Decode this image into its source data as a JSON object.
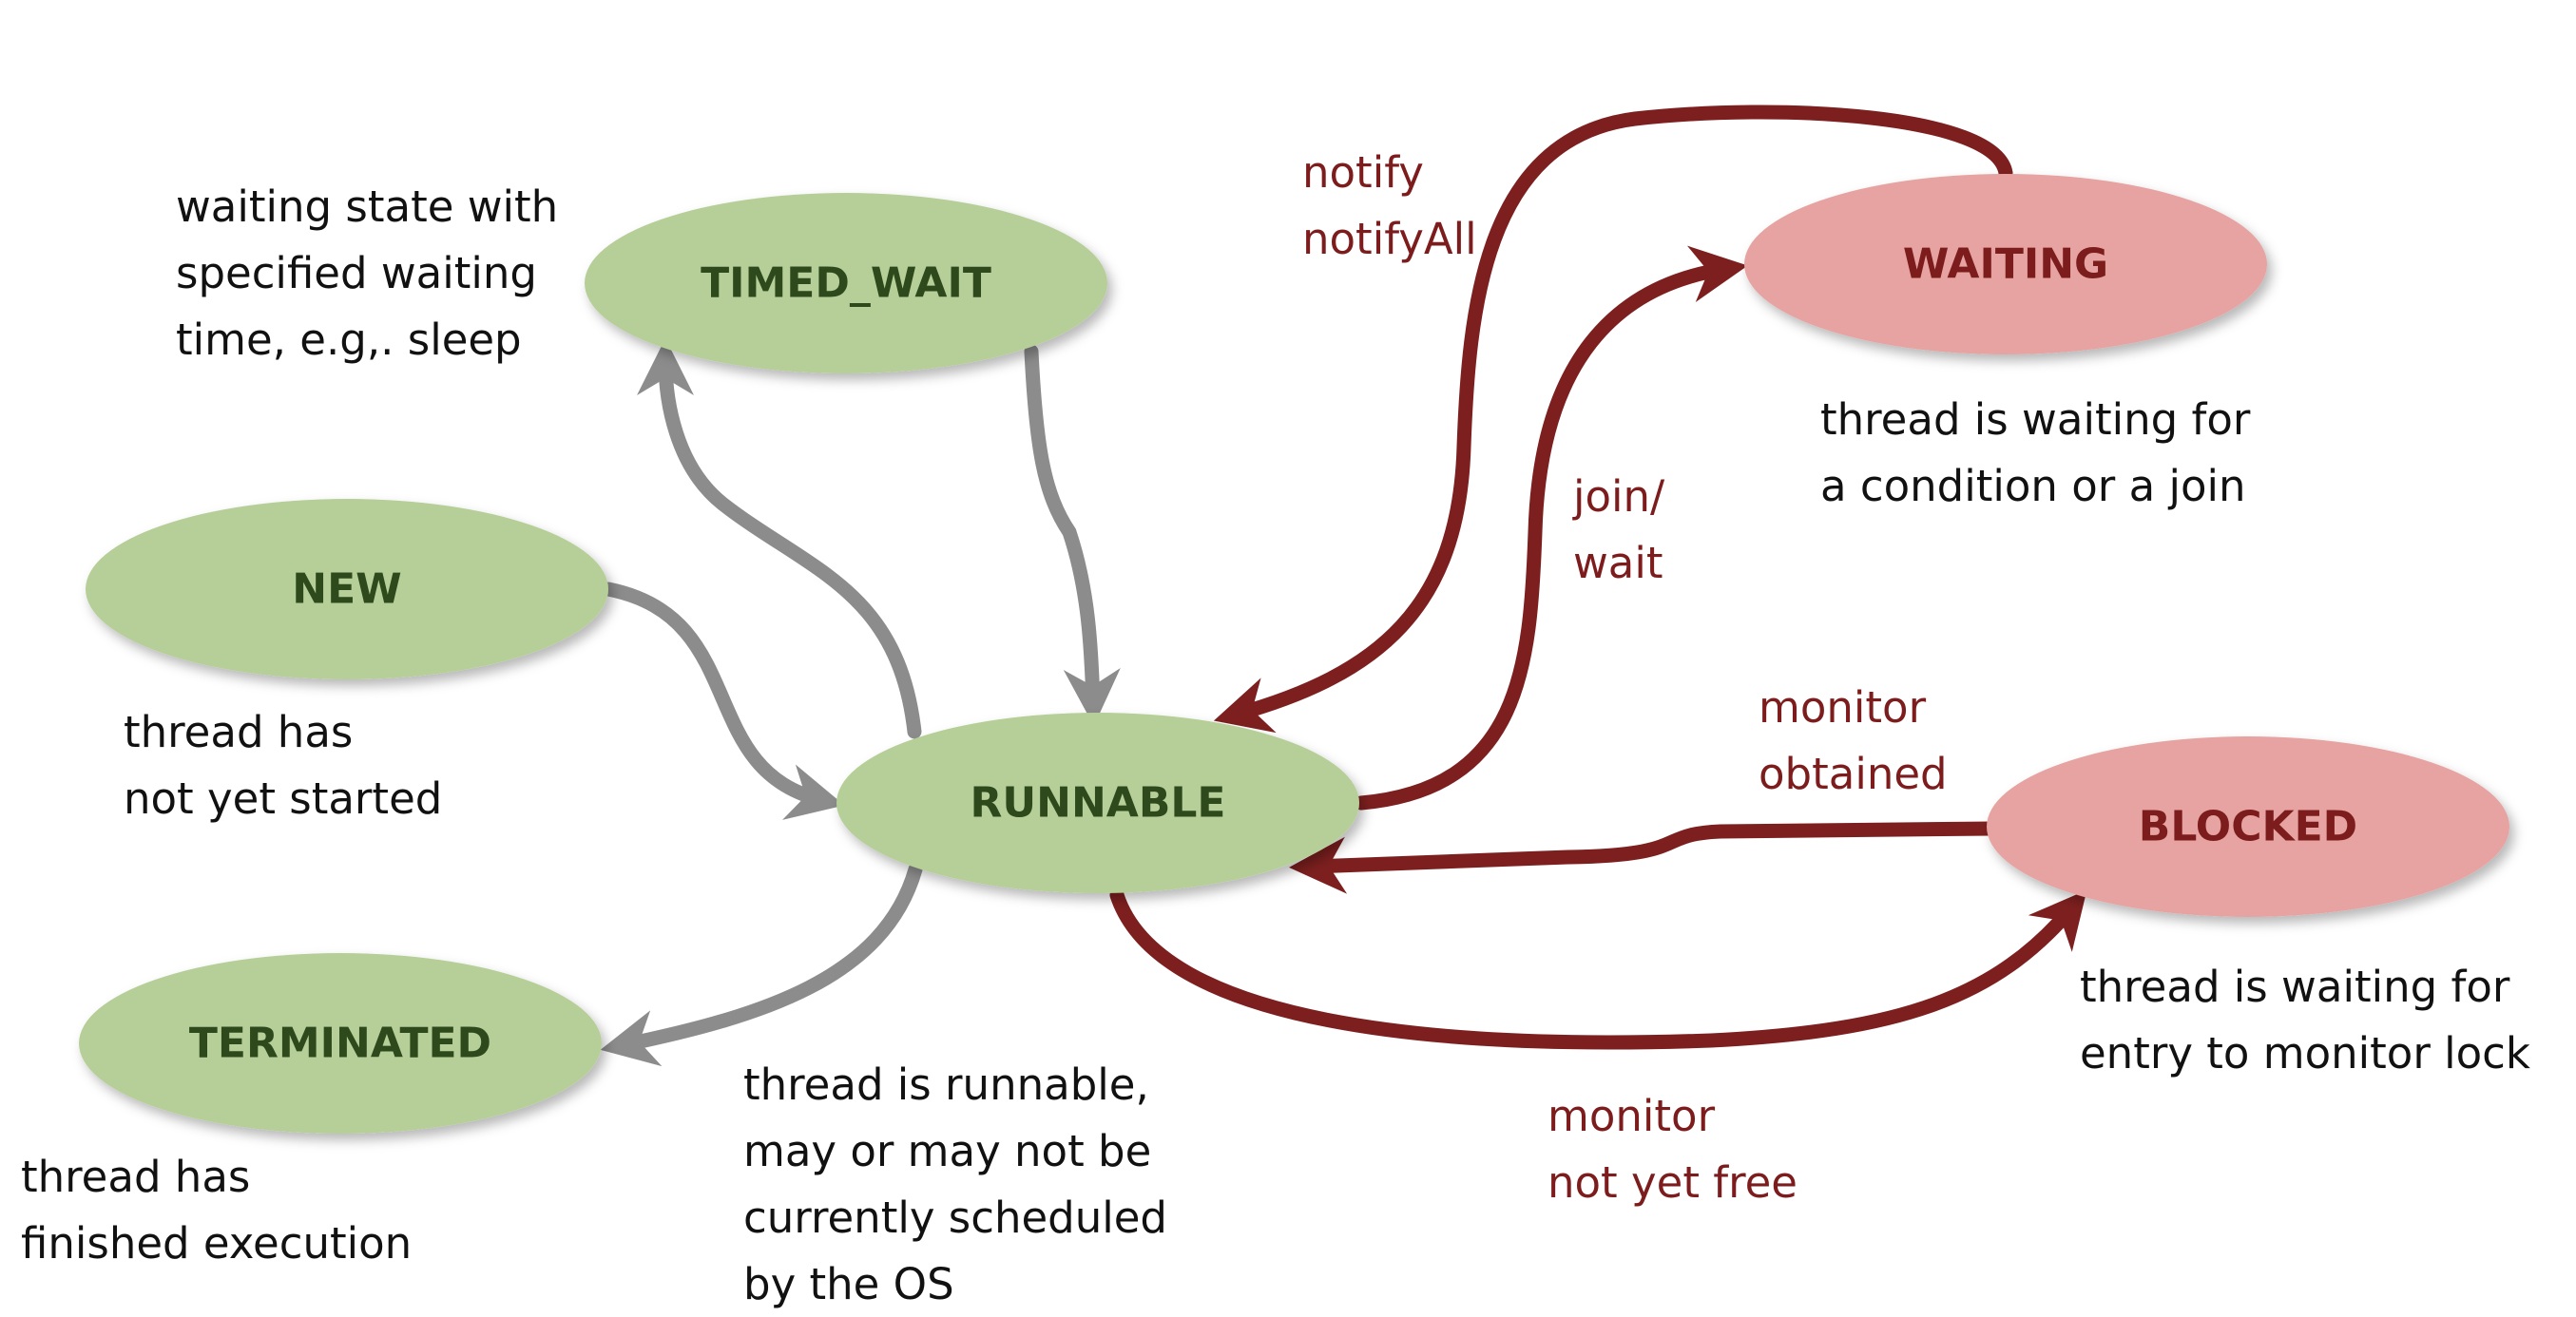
{
  "colors": {
    "green_state_fill": "#b6cf98",
    "green_state_text": "#2e4a1c",
    "red_state_fill": "#e6a3a1",
    "red_state_text": "#7d1c1c",
    "gray_arrow": "#8c8c8c",
    "red_arrow": "#7d1f1f",
    "transition_text": "#7d1c1c",
    "note_text": "#111111"
  },
  "states": {
    "timed_wait": "TIMED_WAIT",
    "new": "NEW",
    "runnable": "RUNNABLE",
    "terminated": "TERMINATED",
    "waiting": "WAITING",
    "blocked": "BLOCKED"
  },
  "notes": {
    "timed_wait": [
      "waiting state with",
      "specified waiting",
      "time, e.g,. sleep"
    ],
    "new": [
      "thread has",
      "not yet started"
    ],
    "terminated": [
      "thread has",
      "finished execution"
    ],
    "runnable": [
      "thread is runnable,",
      "may or may not be",
      "currently scheduled",
      "by the OS"
    ],
    "waiting": [
      "thread is waiting for",
      "a condition or a join"
    ],
    "blocked": [
      "thread is waiting for",
      "entry to monitor lock"
    ]
  },
  "transitions": {
    "notify": [
      "notify",
      "notifyAll"
    ],
    "join_wait": [
      "join/",
      "wait"
    ],
    "monitor_obtained": [
      "monitor",
      "obtained"
    ],
    "monitor_not_free": [
      "monitor",
      "not yet free"
    ]
  }
}
